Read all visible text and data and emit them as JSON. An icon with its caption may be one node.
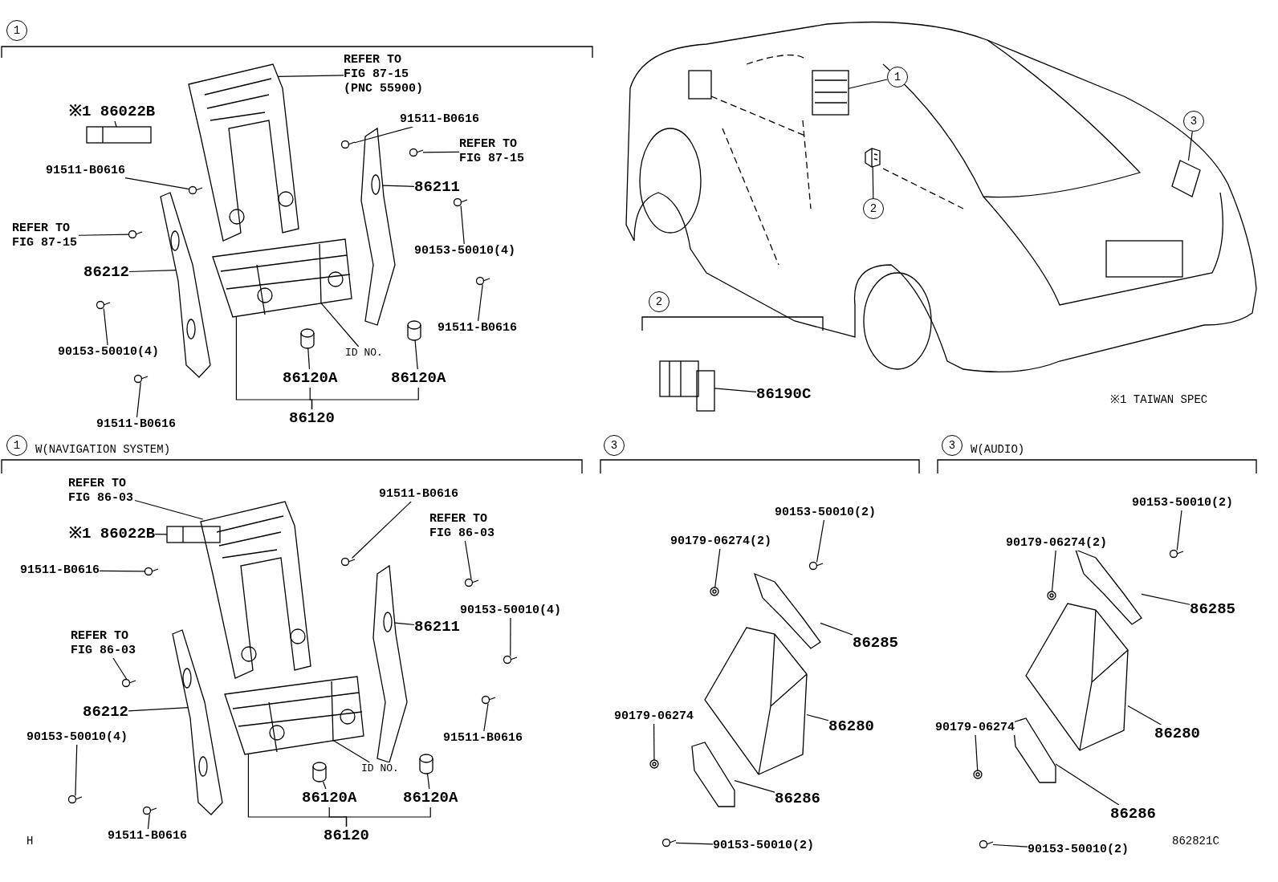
{
  "diagram": {
    "nodes": [
      {
        "text": [
          "REFER TO FIG 87-15 (PNC 55900)"
        ]
      },
      {
        "text": [
          "※1 86022B"
        ]
      },
      {
        "text": [
          "91511-B0616"
        ]
      },
      {
        "text": [
          "REFER TO FIG 87-15"
        ]
      },
      {
        "text": [
          "91511-B0616"
        ]
      },
      {
        "text": [
          "86211"
        ]
      },
      {
        "text": [
          "REFER TO FIG 87-15"
        ]
      },
      {
        "text": [
          "90153-50010(4)"
        ]
      },
      {
        "text": [
          "86212"
        ]
      },
      {
        "text": [
          "91511-B0616"
        ]
      },
      {
        "text": [
          "90153-50010(4)"
        ]
      },
      {
        "text": [
          "ID NO."
        ]
      },
      {
        "text": [
          "86120A"
        ]
      },
      {
        "text": [
          "86120A"
        ]
      },
      {
        "text": [
          "91511-B0616"
        ]
      },
      {
        "text": [
          "86120"
        ]
      },
      {
        "text": [
          "REFER TO FIG 86-03"
        ]
      },
      {
        "text": [
          "91511-B0616"
        ]
      },
      {
        "text": [
          "REFER TO FIG 86-03"
        ]
      },
      {
        "text": [
          "※1 86022B"
        ]
      },
      {
        "text": [
          "91511-B0616"
        ]
      },
      {
        "text": [
          "90153-50010(4)"
        ]
      },
      {
        "text": [
          "86211"
        ]
      },
      {
        "text": [
          "REFER TO FIG 86-03"
        ]
      },
      {
        "text": [
          "86212"
        ]
      },
      {
        "text": [
          "90153-50010(4)"
        ]
      },
      {
        "text": [
          "91511-B0616"
        ]
      },
      {
        "text": [
          "ID NO."
        ]
      },
      {
        "text": [
          "86120A"
        ]
      },
      {
        "text": [
          "86120A"
        ]
      },
      {
        "text": [
          "91511-B0616"
        ]
      },
      {
        "text": [
          "86120"
        ]
      },
      {
        "text": [
          "1"
        ]
      },
      {
        "text": [
          "2"
        ]
      },
      {
        "text": [
          "3"
        ]
      },
      {
        "text": [
          "86190C"
        ]
      },
      {
        "text": [
          "90153-50010(2)"
        ]
      },
      {
        "text": [
          "90179-06274(2)"
        ]
      },
      {
        "text": [
          "86285"
        ]
      },
      {
        "text": [
          "86280"
        ]
      },
      {
        "text": [
          "90179-06274"
        ]
      },
      {
        "text": [
          "86286"
        ]
      },
      {
        "text": [
          "90153-50010(2)"
        ]
      },
      {
        "text": [
          "90153-50010(2)"
        ]
      },
      {
        "text": [
          "90179-06274(2)"
        ]
      },
      {
        "text": [
          "86285"
        ]
      },
      {
        "text": [
          "86280"
        ]
      },
      {
        "text": [
          "90179-06274"
        ]
      },
      {
        "text": [
          "86286"
        ]
      },
      {
        "text": [
          "90153-50010(2)"
        ]
      },
      {
        "text": [
          "1"
        ]
      },
      {
        "text": [
          "2"
        ]
      },
      {
        "text": [
          "1"
        ],
        "beside": [
          "W(NAVIGATION SYSTEM)"
        ]
      },
      {
        "text": [
          "3"
        ]
      },
      {
        "text": [
          "3"
        ],
        "beside": [
          "W(AUDIO)"
        ]
      },
      {
        "text": [],
        "shape": "picture"
      },
      {
        "text": [],
        "shape": "picture"
      },
      {
        "text": [],
        "shape": "circle"
      },
      {
        "text": [],
        "shape": "circle"
      },
      {
        "text": [],
        "shape": "circle"
      },
      {
        "text": [],
        "shape": "picture"
      },
      {
        "text": [],
        "shape": "circle"
      },
      {
        "text": [],
        "shape": "circle"
      },
      {
        "text": [],
        "shape": "picture"
      },
      {
        "text": [],
        "shape": "circle"
      },
      {
        "text": [],
        "shape": "circle"
      },
      {
        "text": [],
        "shape": "picture"
      },
      {
        "text": [],
        "shape": "cylinder"
      },
      {
        "text": [],
        "shape": "cylinder"
      },
      {
        "text": [],
        "shape": "circle"
      },
      {
        "text": [],
        "shape": "picture"
      },
      {
        "text": [],
        "shape": "circle"
      },
      {
        "text": [],
        "shape": "circle"
      },
      {
        "text": [],
        "shape": "picture"
      },
      {
        "text": [],
        "shape": "circle"
      },
      {
        "text": [],
        "shape": "circle"
      },
      {
        "text": [],
        "shape": "picture"
      },
      {
        "text": [],
        "shape": "circle"
      },
      {
        "text": [],
        "shape": "picture"
      },
      {
        "text": [],
        "shape": "circle"
      },
      {
        "text": [],
        "shape": "circle"
      },
      {
        "text": [],
        "shape": "picture"
      },
      {
        "text": [],
        "shape": "cylinder"
      },
      {
        "text": [],
        "shape": "cylinder"
      },
      {
        "text": [],
        "shape": "circle"
      },
      {
        "text": [],
        "shape": "picture"
      },
      {
        "text": [],
        "shape": "picture"
      },
      {
        "text": [],
        "shape": "picture"
      },
      {
        "text": [],
        "shape": "picture"
      },
      {
        "text": [],
        "shape": "circle"
      },
      {
        "text": [],
        "shape": "circle"
      },
      {
        "text": [],
        "shape": "picture"
      },
      {
        "text": [],
        "shape": "picture"
      },
      {
        "text": [],
        "shape": "circle"
      },
      {
        "text": [],
        "shape": "picture"
      },
      {
        "text": [],
        "shape": "circle"
      },
      {
        "text": [],
        "shape": "circle"
      },
      {
        "text": [],
        "shape": "circle"
      },
      {
        "text": [],
        "shape": "picture"
      },
      {
        "text": [],
        "shape": "picture"
      },
      {
        "text": [],
        "shape": "circle"
      },
      {
        "text": [],
        "shape": "picture"
      },
      {
        "text": [],
        "shape": "circle"
      }
    ],
    "edges": [
      {
        "from": 0,
        "to": 55,
        "arrow": "none"
      },
      {
        "from": 1,
        "to": 56,
        "arrow": "none"
      },
      {
        "from": 2,
        "to": 57,
        "arrow": "none"
      },
      {
        "from": 3,
        "to": 58,
        "arrow": "none"
      },
      {
        "from": 4,
        "to": 59,
        "arrow": "none"
      },
      {
        "from": 5,
        "to": 60,
        "arrow": "none"
      },
      {
        "from": 6,
        "to": 61,
        "arrow": "none"
      },
      {
        "from": 7,
        "to": 62,
        "arrow": "none"
      },
      {
        "from": 8,
        "to": 63,
        "arrow": "none"
      },
      {
        "from": 9,
        "to": 64,
        "arrow": "none"
      },
      {
        "from": 10,
        "to": 65,
        "arrow": "none"
      },
      {
        "from": 11,
        "to": 66,
        "arrow": "none"
      },
      {
        "from": 12,
        "to": 67,
        "arrow": "none"
      },
      {
        "from": 13,
        "to": 68,
        "arrow": "none"
      },
      {
        "from": 14,
        "to": 69,
        "arrow": "none"
      },
      {
        "from": 15,
        "to": 12,
        "arrow": "none"
      },
      {
        "from": 15,
        "to": 13,
        "arrow": "none"
      },
      {
        "from": 15,
        "to": 66,
        "arrow": "none"
      },
      {
        "from": 16,
        "to": 70,
        "arrow": "none"
      },
      {
        "from": 17,
        "to": 71,
        "arrow": "none"
      },
      {
        "from": 18,
        "to": 72,
        "arrow": "none"
      },
      {
        "from": 19,
        "to": 73,
        "arrow": "none"
      },
      {
        "from": 20,
        "to": 74,
        "arrow": "none"
      },
      {
        "from": 21,
        "to": 75,
        "arrow": "none"
      },
      {
        "from": 22,
        "to": 76,
        "arrow": "none"
      },
      {
        "from": 23,
        "to": 77,
        "arrow": "none"
      },
      {
        "from": 24,
        "to": 78,
        "arrow": "none"
      },
      {
        "from": 25,
        "to": 79,
        "arrow": "none"
      },
      {
        "from": 26,
        "to": 80,
        "arrow": "none"
      },
      {
        "from": 27,
        "to": 81,
        "arrow": "none"
      },
      {
        "from": 28,
        "to": 82,
        "arrow": "none"
      },
      {
        "from": 29,
        "to": 83,
        "arrow": "none"
      },
      {
        "from": 30,
        "to": 84,
        "arrow": "none"
      },
      {
        "from": 31,
        "to": 28,
        "arrow": "none"
      },
      {
        "from": 31,
        "to": 29,
        "arrow": "none"
      },
      {
        "from": 31,
        "to": 81,
        "arrow": "none"
      },
      {
        "from": 32,
        "to": 85,
        "arrow": "none"
      },
      {
        "from": 33,
        "to": 86,
        "arrow": "none"
      },
      {
        "from": 34,
        "to": 87,
        "arrow": "none"
      },
      {
        "from": 35,
        "to": 88,
        "arrow": "none"
      },
      {
        "from": 36,
        "to": 89,
        "arrow": "none"
      },
      {
        "from": 37,
        "to": 90,
        "arrow": "none"
      },
      {
        "from": 38,
        "to": 91,
        "arrow": "none"
      },
      {
        "from": 39,
        "to": 92,
        "arrow": "none"
      },
      {
        "from": 40,
        "to": 93,
        "arrow": "none"
      },
      {
        "from": 41,
        "to": 94,
        "arrow": "none"
      },
      {
        "from": 42,
        "to": 95,
        "arrow": "none"
      },
      {
        "from": 43,
        "to": 96,
        "arrow": "none"
      },
      {
        "from": 44,
        "to": 97,
        "arrow": "none"
      },
      {
        "from": 45,
        "to": 98,
        "arrow": "none"
      },
      {
        "from": 46,
        "to": 99,
        "arrow": "none"
      },
      {
        "from": 47,
        "to": 100,
        "arrow": "none"
      },
      {
        "from": 48,
        "to": 101,
        "arrow": "none"
      },
      {
        "from": 49,
        "to": 102,
        "arrow": "none"
      }
    ],
    "labels": [
      "※1 TAIWAN SPEC",
      "H",
      "862821C"
    ]
  }
}
